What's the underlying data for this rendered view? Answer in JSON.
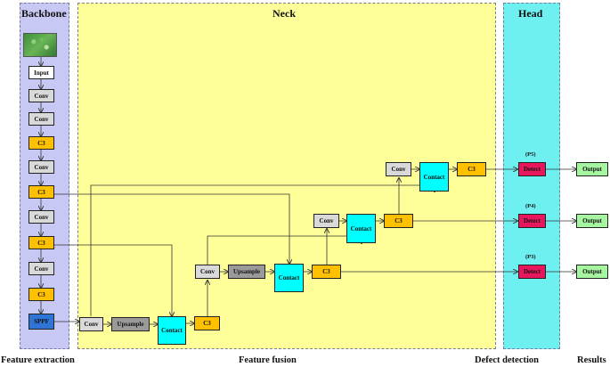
{
  "panels": {
    "backbone": {
      "title": "Backbone",
      "color": "#c8c8f4"
    },
    "neck": {
      "title": "Neck",
      "color": "#ffff9a"
    },
    "head": {
      "title": "Head",
      "color": "#6ff0f0"
    }
  },
  "backbone_blocks": [
    "Input",
    "Conv",
    "Conv",
    "C3",
    "Conv",
    "C3",
    "Conv",
    "C3",
    "Conv",
    "C3",
    "SPPF"
  ],
  "neck_blocks": {
    "conv": "Conv",
    "upsample": "Upsample",
    "contact": "Contact",
    "c3": "C3"
  },
  "head": {
    "detect": "Detect",
    "output": "Output",
    "scales": [
      "(P5)",
      "(P4)",
      "(P3)"
    ]
  },
  "captions": {
    "feature_extraction": "Feature extraction",
    "feature_fusion": "Feature fusion",
    "defect_detection": "Defect detection",
    "results": "Results"
  },
  "colors": {
    "conv": "#d9d9d9",
    "c3": "#ffc000",
    "contact": "#00ffff",
    "upsample": "#9a9a9a",
    "sppf": "#2e75d6",
    "detect": "#e8175d",
    "output": "#a6f5a0",
    "input": "#ffffff"
  }
}
